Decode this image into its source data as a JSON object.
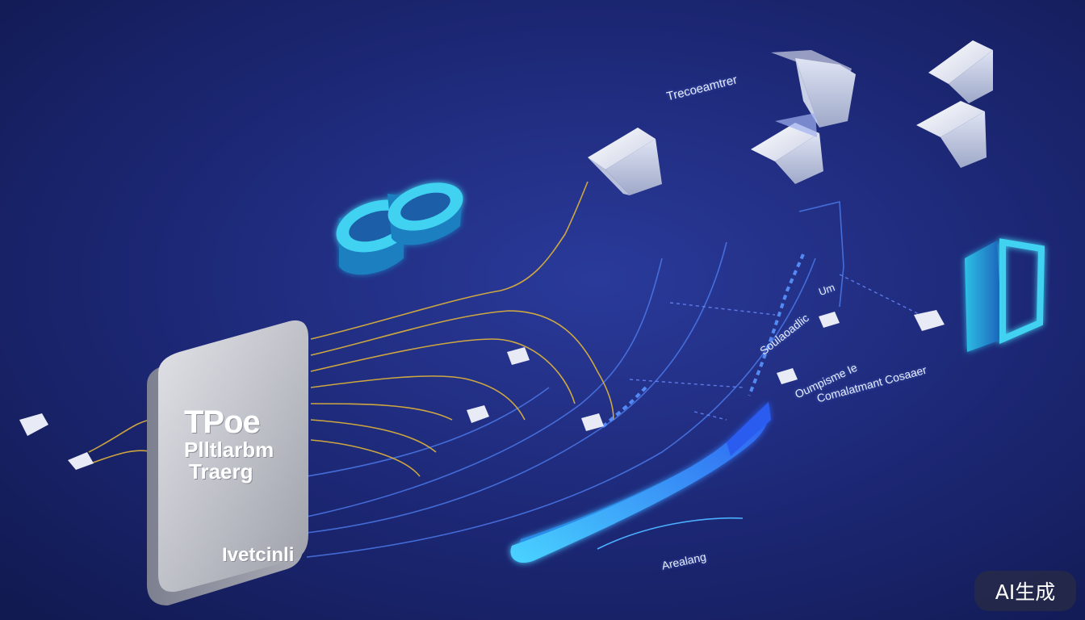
{
  "card": {
    "title_line1": "TPoe",
    "title_line2": "Plltlarbm",
    "title_line3": "Traerg",
    "footer": "Ivetcinli"
  },
  "labels": {
    "top": "Trecoeamtrer",
    "mid_1": "Um",
    "mid_2": "Soulaoadlic",
    "mid_3": "Oumpisme Ie",
    "right": "Comalatmant Cosaaer",
    "bottom": "Arealang"
  },
  "badge": {
    "text": "AI生成"
  },
  "colors": {
    "background": "#16205e",
    "accent_cyan": "#3fd2f0",
    "accent_gold": "#e0b43a",
    "accent_blue": "#3b7dff",
    "card_silver": "#c8c9cf"
  }
}
